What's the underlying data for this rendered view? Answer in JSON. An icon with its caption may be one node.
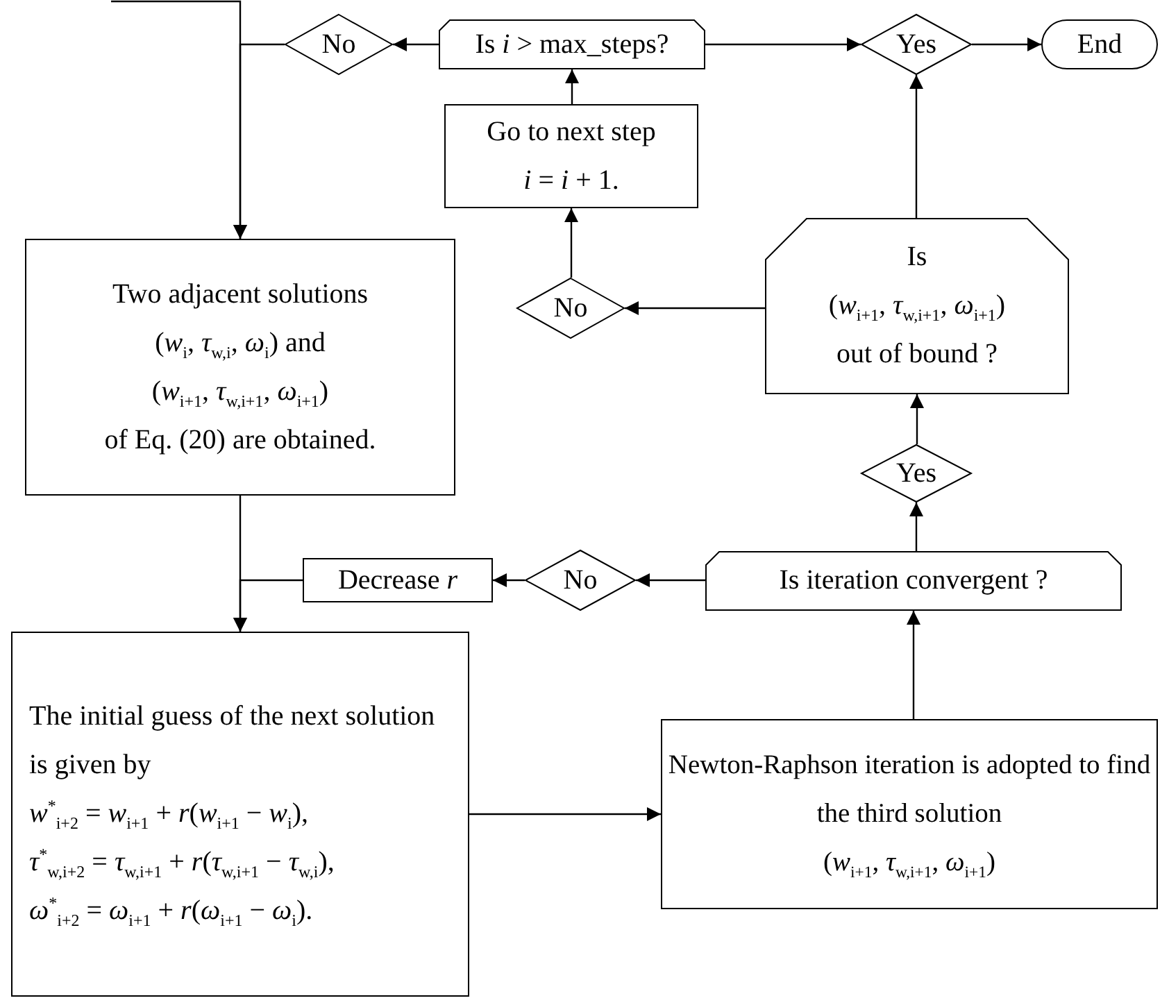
{
  "diagram": {
    "nodes": [
      {
        "text": [
          "Is *i* > max_steps?"
        ]
      },
      {
        "text": [
          "No"
        ]
      },
      {
        "text": [
          "Yes"
        ]
      },
      {
        "text": [
          "End"
        ]
      },
      {
        "text": [
          "Go to next step",
          "*i* = *i* + 1."
        ]
      },
      {
        "text": [
          "Two adjacent solutions",
          "(*w*$_{i}$, *τ*$_{w,i}$, *ω*$_{i}$) and",
          "(*w*$_{i+1}$, *τ*$_{w,i+1}$, *ω*$_{i+1}$)",
          "of Eq. (20) are obtained."
        ]
      },
      {
        "text": [
          "Is",
          "(*w*$_{i+1}$, *τ*$_{w,i+1}$, *ω*$_{i+1}$)",
          "out of bound ?"
        ]
      },
      {
        "text": [
          "No"
        ]
      },
      {
        "text": [
          "Yes"
        ]
      },
      {
        "text": [
          "Is iteration convergent ?"
        ]
      },
      {
        "text": [
          "No"
        ]
      },
      {
        "text": [
          "Decrease *r*"
        ]
      },
      {
        "text": [
          "The initial guess of the next solution is given by",
          "*w*$^{*}$$_{i+2}$ = *w*$_{i+1}$ + *r*(*w*$_{i+1}$ − *w*$_{i}$),",
          "*τ*$^{*}$$_{w,i+2}$ = *τ*$_{w,i+1}$ + *r*(*τ*$_{w,i+1}$ − *τ*$_{w,i}$),",
          "*ω*$^{*}$$_{i+2}$ = *ω*$_{i+1}$ + *r*(*ω*$_{i+1}$ − *ω*$_{i}$)."
        ]
      },
      {
        "text": [
          "Newton-Raphson iteration is adopted to find the third solution",
          "(*w*$_{i+1}$, *τ*$_{w,i+1}$, *ω*$_{i+1}$)"
        ]
      }
    ],
    "edges": [
      {
        "from": 0,
        "to": 1,
        "arrow": "to"
      },
      {
        "from": 1,
        "to": 5,
        "arrow": "to"
      },
      {
        "from": null,
        "to": 5,
        "arrow": "to"
      },
      {
        "from": 0,
        "to": 2,
        "arrow": "to"
      },
      {
        "from": 2,
        "to": 3,
        "arrow": "to"
      },
      {
        "from": 4,
        "to": 0,
        "arrow": "to"
      },
      {
        "from": 7,
        "to": 4,
        "arrow": "to"
      },
      {
        "from": 6,
        "to": 7,
        "arrow": "to"
      },
      {
        "from": 6,
        "to": 2,
        "arrow": "to"
      },
      {
        "from": 8,
        "to": 6,
        "arrow": "to"
      },
      {
        "from": 9,
        "to": 8,
        "arrow": "to"
      },
      {
        "from": 9,
        "to": 10,
        "arrow": "to"
      },
      {
        "from": 10,
        "to": 11,
        "arrow": "to"
      },
      {
        "from": 11,
        "to": 12,
        "arrow": "to"
      },
      {
        "from": 5,
        "to": 12,
        "arrow": "to"
      },
      {
        "from": 12,
        "to": 13,
        "arrow": "to"
      },
      {
        "from": 13,
        "to": 9,
        "arrow": "to"
      }
    ]
  }
}
